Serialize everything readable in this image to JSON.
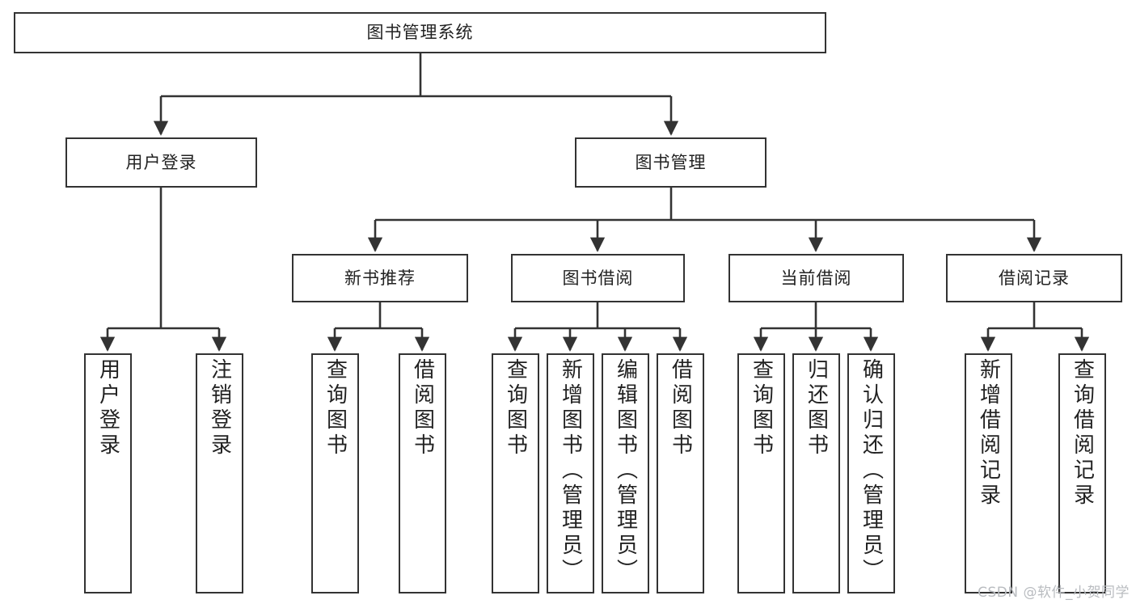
{
  "diagram": {
    "title": "图书管理系统",
    "type": "tree-hierarchy",
    "watermark": "CSDN @软件_小贺同学",
    "colors": {
      "stroke": "#333333",
      "fill": "#ffffff",
      "text": "#222222",
      "watermark": "#b9bcc0"
    },
    "nodes": {
      "root": {
        "label": "图书管理系统"
      },
      "level2": [
        {
          "id": "user-login",
          "label": "用户登录"
        },
        {
          "id": "book-manage",
          "label": "图书管理"
        }
      ],
      "level3": [
        {
          "id": "new-book-recommend",
          "label": "新书推荐"
        },
        {
          "id": "book-borrow",
          "label": "图书借阅"
        },
        {
          "id": "current-borrow",
          "label": "当前借阅"
        },
        {
          "id": "borrow-record",
          "label": "借阅记录"
        }
      ],
      "leaves": {
        "user_login": [
          {
            "id": "leaf-user-login",
            "label": "用户登录"
          },
          {
            "id": "leaf-logout-login",
            "label": "注销登录"
          }
        ],
        "new_book_recommend": [
          {
            "id": "leaf-query-book-1",
            "label": "查询图书"
          },
          {
            "id": "leaf-borrow-book-1",
            "label": "借阅图书"
          }
        ],
        "book_borrow": [
          {
            "id": "leaf-query-book-2",
            "label": "查询图书"
          },
          {
            "id": "leaf-add-book-admin",
            "label": "新增图书（管理员）"
          },
          {
            "id": "leaf-edit-book-admin",
            "label": "编辑图书（管理员）"
          },
          {
            "id": "leaf-borrow-book-2",
            "label": "借阅图书"
          }
        ],
        "current_borrow": [
          {
            "id": "leaf-query-book-3",
            "label": "查询图书"
          },
          {
            "id": "leaf-return-book",
            "label": "归还图书"
          },
          {
            "id": "leaf-confirm-return-admin",
            "label": "确认归还（管理员）"
          }
        ],
        "borrow_record": [
          {
            "id": "leaf-add-borrow-record",
            "label": "新增借阅记录"
          },
          {
            "id": "leaf-query-borrow-record",
            "label": "查询借阅记录"
          }
        ]
      }
    }
  }
}
